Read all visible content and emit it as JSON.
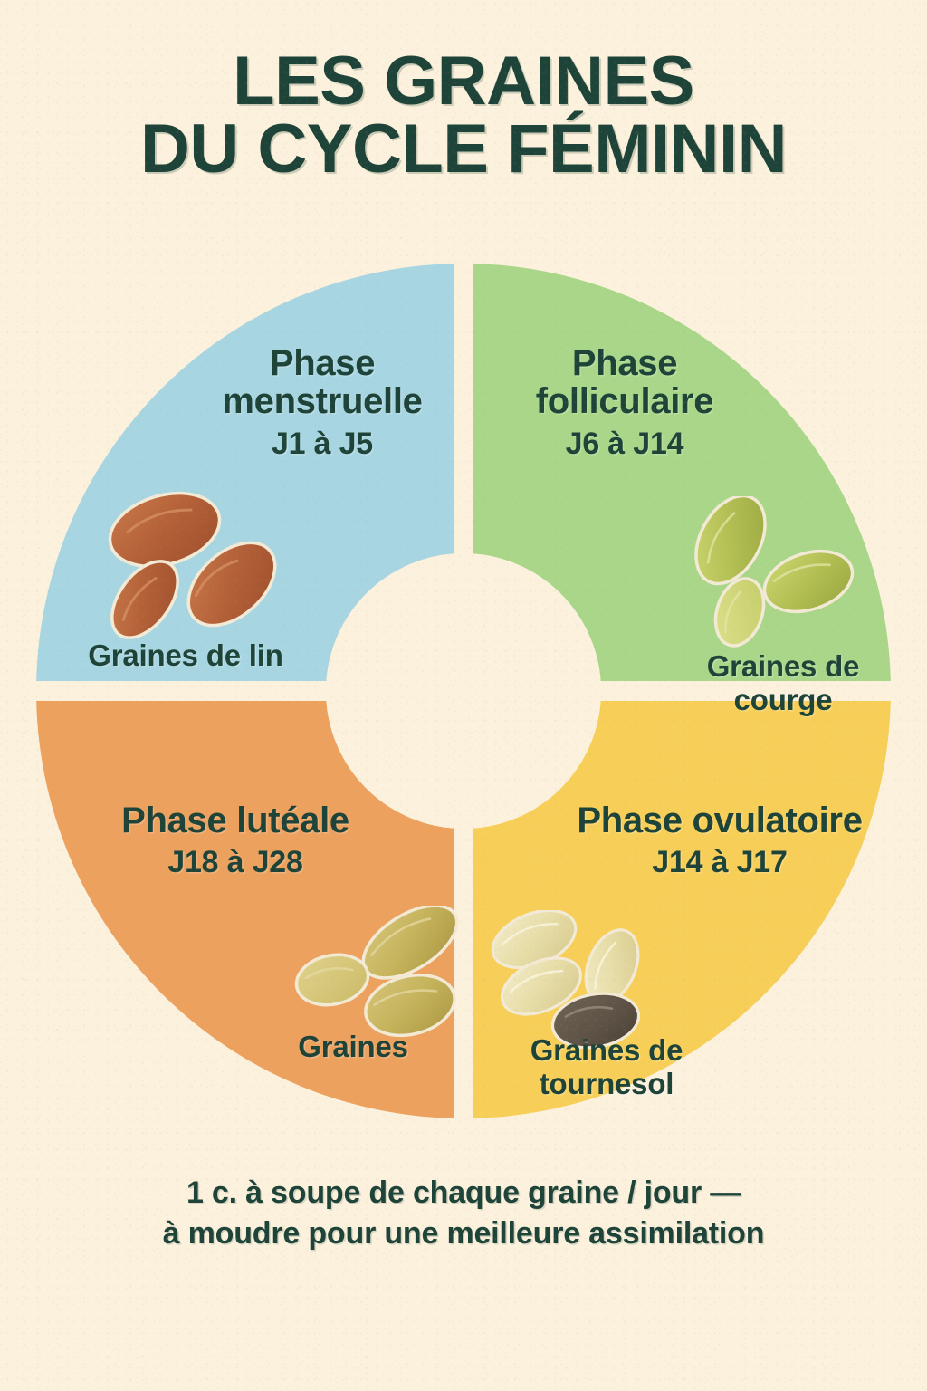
{
  "title": {
    "line1": "LES GRAINES",
    "line2": "DU CYCLE FÉMININ"
  },
  "colors": {
    "background": "#fbf1dd",
    "text_dark": "#1e4338",
    "menstruelle": "#a8d5e2",
    "folliculaire": "#a9d689",
    "ovulatoire": "#f7cf58",
    "luteale": "#eda15e"
  },
  "cycle": {
    "segments": [
      {
        "id": "menstruelle",
        "phase_name": "Phase menstruelle",
        "days": "J1 à J5",
        "seed_label": "Graines de lin",
        "color": "#a8d5e2",
        "position": "top-left",
        "seed_icon": "flax-seeds-icon"
      },
      {
        "id": "folliculaire",
        "phase_name": "Phase folliculaire",
        "days": "J6 à J14",
        "seed_label": "Graines de courge",
        "color": "#a9d689",
        "position": "top-right",
        "seed_icon": "pumpkin-seeds-icon"
      },
      {
        "id": "ovulatoire",
        "phase_name": "Phase ovulatoire",
        "days": "J14 à J17",
        "seed_label": "Graines de tournesol",
        "color": "#f7cf58",
        "position": "bottom-right",
        "seed_icon": "sunflower-seeds-icon"
      },
      {
        "id": "luteale",
        "phase_name": "Phase lutéale",
        "days": "J18 à J28",
        "seed_label": "Graines",
        "color": "#eda15e",
        "position": "bottom-left",
        "seed_icon": "sesame-seeds-icon"
      }
    ]
  },
  "footer": {
    "line1": "1 c. à soupe de chaque graine / jour —",
    "line2": "à moudre pour une meilleure assimilation"
  },
  "chart_data": {
    "type": "pie",
    "title": "LES GRAINES DU CYCLE FÉMININ",
    "subtitle": "1 c. à soupe de chaque graine / jour — à moudre pour une meilleure assimilation",
    "categories": [
      "Phase menstruelle",
      "Phase folliculaire",
      "Phase ovulatoire",
      "Phase lutéale"
    ],
    "values": [
      25,
      25,
      25,
      25
    ],
    "labels": [
      "J1 à J5",
      "J6 à J14",
      "J14 à J17",
      "J18 à J28"
    ],
    "annotations": [
      "Graines de lin",
      "Graines de courge",
      "Graines de tournesol",
      "Graines"
    ],
    "colors": [
      "#a8d5e2",
      "#a9d689",
      "#f7cf58",
      "#eda15e"
    ],
    "donut": true,
    "inner_radius_ratio": 0.32,
    "legend": "none",
    "grid": false
  }
}
